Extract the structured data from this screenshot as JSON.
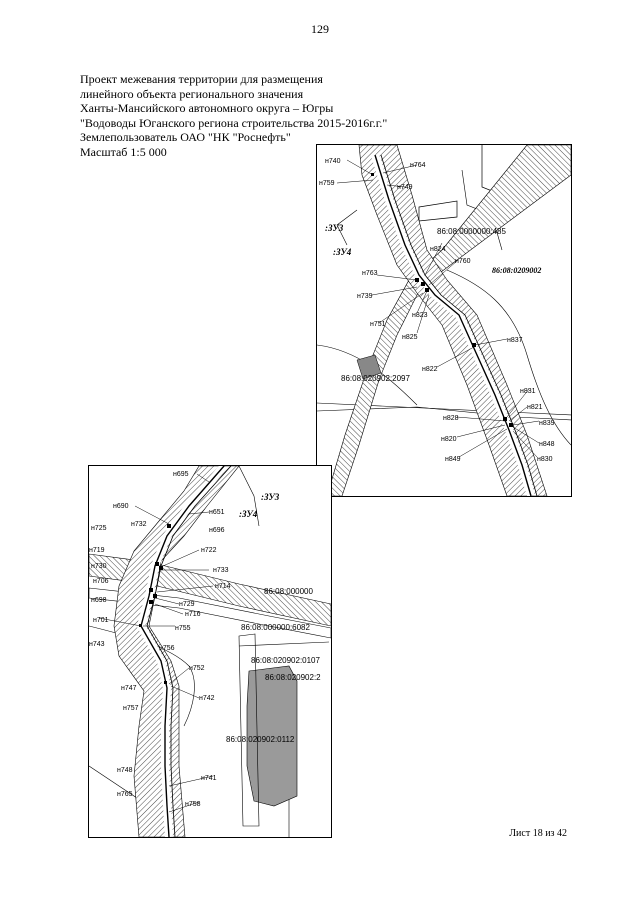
{
  "page_number": "129",
  "header": {
    "lines": [
      "Проект межевания территории для размещения",
      "линейного объекта регионального значения",
      "Ханты-Мансийского автономного округа – Югры",
      "\"Водоводы Юганского региона строительства 2015-2016г.г.\"",
      "Землепользователь ОАО \"НК \"Роснефть\"",
      "Масштаб 1:5 000"
    ]
  },
  "sheet_label": "Лист 18 из 42",
  "map_top": {
    "zones": [
      ":ЗУ3",
      ":ЗУ4"
    ],
    "cadastral": [
      "86:08:0000000:485",
      "86:08:0209002",
      "86:08:020902:2097"
    ],
    "points": [
      "н740",
      "н764",
      "н759",
      "н749",
      "н824",
      "н760",
      "н763",
      "н739",
      "н751",
      "н823",
      "н825",
      "н837",
      "н822",
      "н831",
      "н821",
      "н839",
      "н828",
      "н848",
      "н820",
      "н849",
      "н830"
    ]
  },
  "map_bottom": {
    "zones": [
      ":ЗУ3",
      ":ЗУ4"
    ],
    "cadastral": [
      "86:08:000000",
      "86:08:000000:6082",
      "86:08:020902:0107",
      "86:08:020902:2",
      "86:08:020902:0112"
    ],
    "points": [
      "н695",
      "н690",
      "н651",
      "н725",
      "н732",
      "н696",
      "н719",
      "н722",
      "н730",
      "н733",
      "н706",
      "н714",
      "н698",
      "н729",
      "н716",
      "н701",
      "н755",
      "н743",
      "н756",
      "н752",
      "н747",
      "н742",
      "н757",
      "н748",
      "н741",
      "н765",
      "н758"
    ]
  }
}
